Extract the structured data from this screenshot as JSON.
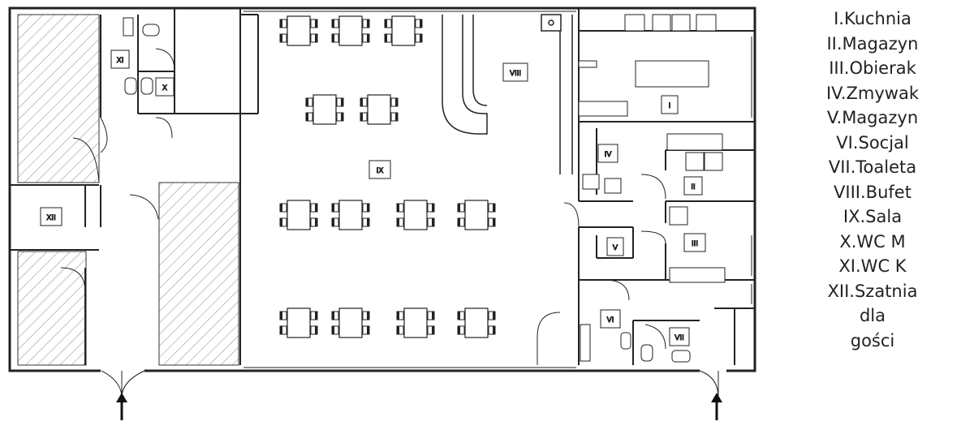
{
  "rooms": [
    {
      "id": "I",
      "label": "I",
      "name": "Kuchnia"
    },
    {
      "id": "II",
      "label": "II",
      "name": "Magazyn"
    },
    {
      "id": "III",
      "label": "III",
      "name": "Obierak"
    },
    {
      "id": "IV",
      "label": "IV",
      "name": "Zmywak"
    },
    {
      "id": "V",
      "label": "V",
      "name": "Magazyn"
    },
    {
      "id": "VI",
      "label": "VI",
      "name": "Socjal"
    },
    {
      "id": "VII",
      "label": "VII",
      "name": "Toaleta"
    },
    {
      "id": "VIII",
      "label": "VIII",
      "name": "Bufet"
    },
    {
      "id": "IX",
      "label": "IX",
      "name": "Sala"
    },
    {
      "id": "X",
      "label": "X",
      "name": "WC M"
    },
    {
      "id": "XI",
      "label": "XI",
      "name": "WC K"
    },
    {
      "id": "XII",
      "label": "XII",
      "name": "Szatnia dla gości"
    }
  ],
  "legend": [
    "I.Kuchnia",
    "II.Magazyn",
    "III.Obierak",
    "IV.Zmywak",
    "V.Magazyn",
    "VI.Socjal",
    "VII.Toaleta",
    "VIII.Bufet",
    "IX.Sala",
    "X.WC M",
    "XI.WC K",
    "XII.Szatnia",
    "dla",
    "gości"
  ],
  "entrances": [
    {
      "name": "main-entrance"
    },
    {
      "name": "staff-entrance"
    }
  ],
  "colors": {
    "wall": "#222222",
    "hatch": "#999999",
    "background": "#ffffff"
  }
}
